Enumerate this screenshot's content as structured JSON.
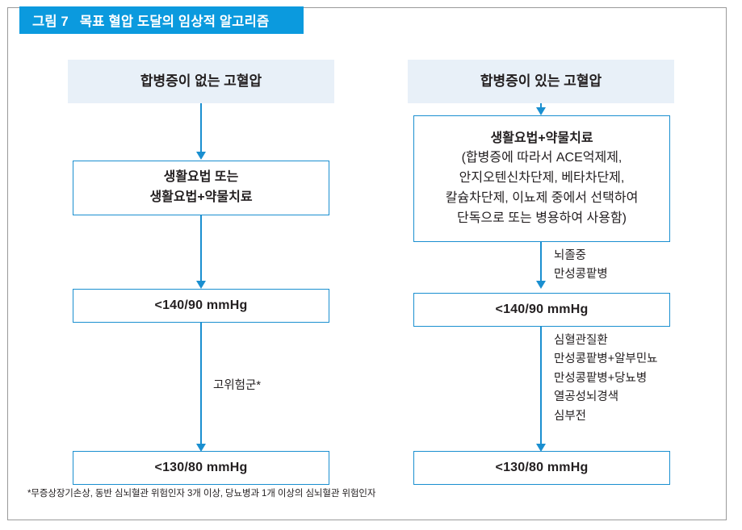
{
  "figure": {
    "title_number": "그림 7",
    "title_text": "목표 혈압 도달의 임상적 알고리즘"
  },
  "colors": {
    "title_bar": "#0b9ade",
    "box_border": "#1a8fd0",
    "header_fill": "#e8f0f8",
    "connector": "#1a8fd0",
    "text": "#231f20",
    "outer_frame": "#9a9a9a"
  },
  "left_branch": {
    "header": "합병증이 없는 고혈압",
    "treatment": {
      "line1": "생활요법 또는",
      "line2": "생활요법+약물치료"
    },
    "target_1": "<140/90 mmHg",
    "edge_label": "고위험군*",
    "target_2": "<130/80 mmHg"
  },
  "right_branch": {
    "header": "합병증이 있는 고혈압",
    "treatment": {
      "line1": "생활요법+약물치료",
      "line2": "(합병증에 따라서 ACE억제제,",
      "line3": "안지오텐신차단제, 베타차단제,",
      "line4": "칼슘차단제, 이뇨제 중에서 선택하여",
      "line5": "단독으로 또는 병용하여 사용함)"
    },
    "conditions_1": [
      "뇌졸중",
      "만성콩팥병"
    ],
    "target_1": "<140/90 mmHg",
    "conditions_2": [
      "심혈관질환",
      "만성콩팥병+알부민뇨",
      "만성콩팥병+당뇨병",
      "열공성뇌경색",
      "심부전"
    ],
    "target_2": "<130/80 mmHg"
  },
  "footnote": "*무증상장기손상, 동반 심뇌혈관 위험인자 3개 이상, 당뇨병과 1개 이상의 심뇌혈관 위험인자"
}
